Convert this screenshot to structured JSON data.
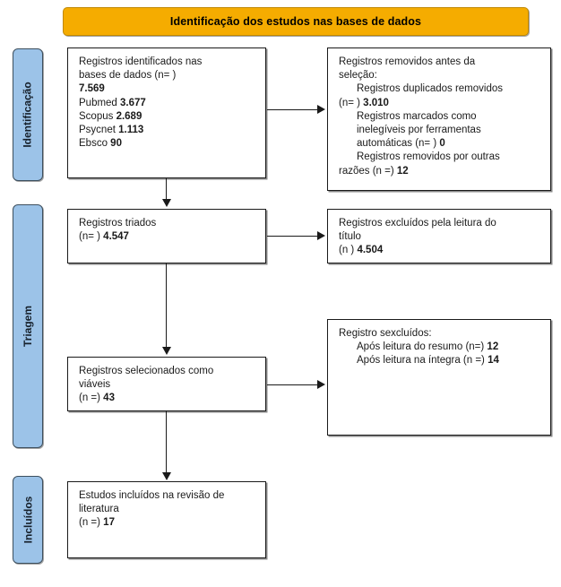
{
  "banner": {
    "title": "Identificação dos estudos nas bases de dados"
  },
  "stages": [
    {
      "id": "identificacao",
      "label": "Identificação"
    },
    {
      "id": "triagem",
      "label": "Triagem"
    },
    {
      "id": "incluidos",
      "label": "Incluídos"
    }
  ],
  "boxes": {
    "identified": {
      "line1": "Registros identificados nas",
      "line2": "bases de dados (n= )",
      "total": "7.569",
      "source1_label": "Pubmed ",
      "source1_value": "3.677",
      "source2_label": "Scopus ",
      "source2_value": "2.689",
      "source3_label": "Psycnet ",
      "source3_value": "1.113",
      "source4_label": "Ebsco ",
      "source4_value": "90"
    },
    "removed": {
      "line1": "Registros removidos antes da",
      "line2": "seleção:",
      "item1_line1": "Registros duplicados removidos",
      "item1_line2": "(n= ) ",
      "item1_value": "3.010",
      "item2_line1": "Registros marcados como",
      "item2_line2": "inelegíveis por ferramentas",
      "item2_line3": "automáticas (n= ) ",
      "item2_value": "0",
      "item3_line1": "Registros removidos por outras",
      "item3_line2": "razões (n =) ",
      "item3_value": "12"
    },
    "screened": {
      "line1": "Registros triados",
      "line2": "(n= ) ",
      "value": "4.547"
    },
    "excluded_title": {
      "line1": "Registros excluídos pela leitura do",
      "line2": "título",
      "line3": "(n ) ",
      "value": "4.504"
    },
    "eligible": {
      "line1": "Registros selecionados como",
      "line2": "viáveis",
      "line3": "(n =) ",
      "value": "43"
    },
    "excluded_reading": {
      "heading": "Registro sexcluídos:",
      "item1_label": "Após leitura do resumo (n=) ",
      "item1_value": "12",
      "item2_label": "Após leitura na íntegra (n =) ",
      "item2_value": "14"
    },
    "included": {
      "line1": "Estudos incluídos na revisão de",
      "line2": "literatura",
      "line3": "(n =) ",
      "value": "17"
    }
  },
  "colors": {
    "banner_bg": "#f5ac00",
    "stage_bg": "#9cc3e8",
    "box_border": "#1a1a1a",
    "text": "#1a1a1a"
  }
}
